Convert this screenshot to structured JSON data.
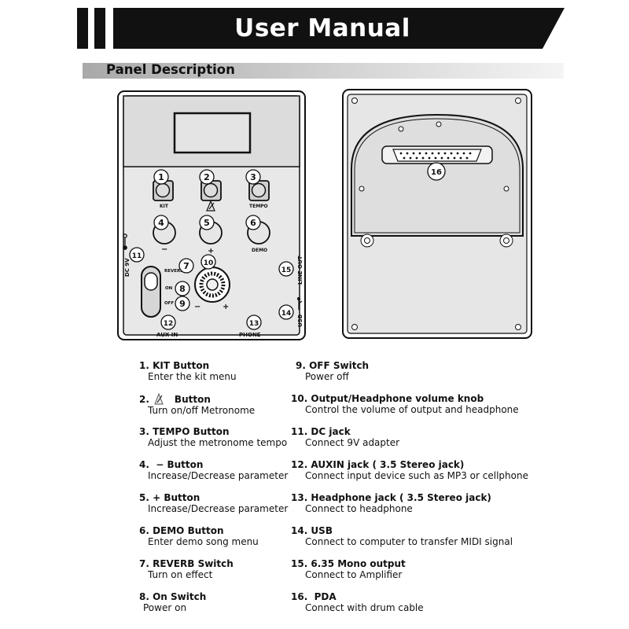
{
  "header": {
    "title": "User Manual",
    "section": "Panel Description"
  },
  "panel": {
    "button_labels": {
      "kit": "KIT",
      "tempo": "TEMPO",
      "minus": "−",
      "plus": "+",
      "demo": "DEMO",
      "reverb": "REVERB",
      "on": "ON",
      "off": "OFF",
      "dc": "DC 9V",
      "line_out": "LINE OUT",
      "usb": "USB",
      "aux_in": "AUX IN",
      "phone": "PHONE",
      "knob_minus": "−",
      "knob_plus": "+"
    },
    "callouts": {
      "c1": "1",
      "c2": "2",
      "c3": "3",
      "c4": "4",
      "c5": "5",
      "c6": "6",
      "c7": "7",
      "c8": "8",
      "c9": "9",
      "c10": "10",
      "c11": "11",
      "c12": "12",
      "c13": "13",
      "c14": "14",
      "c15": "15",
      "c16": "16"
    }
  },
  "items": [
    {
      "title": "1. KIT Button",
      "desc": "Enter the kit menu"
    },
    {
      "title": "2.",
      "title_after_icon": "Button",
      "icon": "metronome-icon",
      "desc": "Turn on/off Metronome"
    },
    {
      "title": "3. TEMPO Button",
      "desc": "Adjust the metronome tempo"
    },
    {
      "title": "4.  − Button",
      "desc": "Increase/Decrease parameter"
    },
    {
      "title": "5. + Button",
      "desc": "Increase/Decrease parameter"
    },
    {
      "title": "6. DEMO Button",
      "desc": "Enter demo song menu"
    },
    {
      "title": "7. REVERB Switch",
      "desc": "Turn on effect"
    },
    {
      "title": "8. On Switch",
      "desc": "Power on"
    },
    {
      "title": "9. OFF Switch",
      "desc": "Power off"
    },
    {
      "title": "10. Output/Headphone volume knob",
      "desc": "Control the volume of output and headphone"
    },
    {
      "title": "11. DC jack",
      "desc": "Connect 9V adapter"
    },
    {
      "title": "12. AUXIN jack ( 3.5 Stereo jack)",
      "desc": "Connect input device such as MP3 or cellphone"
    },
    {
      "title": "13. Headphone jack ( 3.5 Stereo jack)",
      "desc": "Connect to headphone"
    },
    {
      "title": "14. USB",
      "desc": "Connect to computer to transfer MIDI signal"
    },
    {
      "title": "15. 6.35 Mono output",
      "desc": "Connect to Amplifier"
    },
    {
      "title": "16.  PDA",
      "desc": "Connect with drum cable"
    }
  ]
}
